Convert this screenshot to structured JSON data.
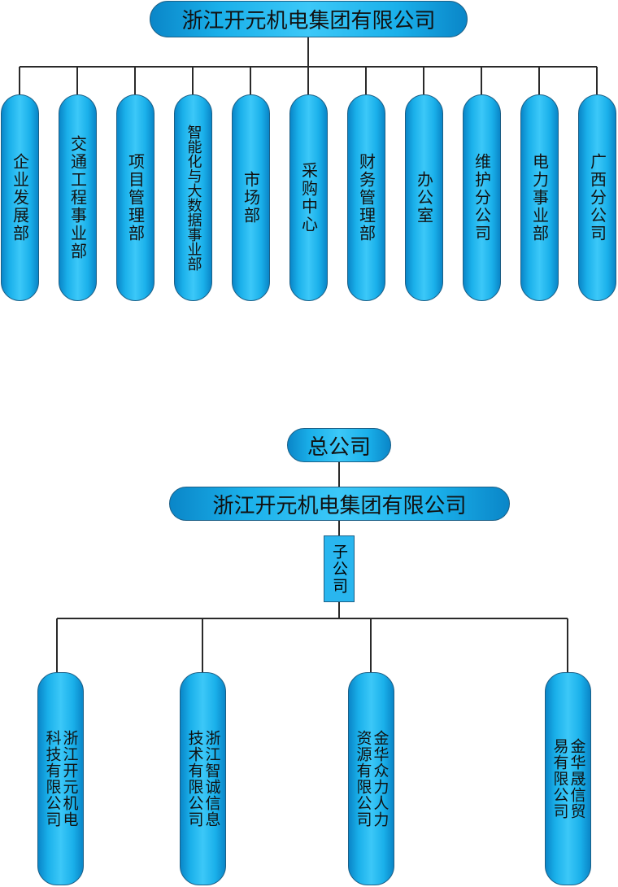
{
  "chart1": {
    "root": "浙江开元机电集团有限公司",
    "departments": [
      "企业发展部",
      "交通工程事业部",
      "项目管理部",
      "智能化与大数据事业部",
      "市场部",
      "采购中心",
      "财务管理部",
      "办公室",
      "维护分公司",
      "电力事业部",
      "广西分公司"
    ]
  },
  "chart2": {
    "root": "总公司",
    "group": "浙江开元机电集团有限公司",
    "sub_label": "子公司",
    "subsidiaries": [
      "浙江开元机电科技有限公司",
      "浙江智诚信息技术有限公司",
      "金华众力人力资源有限公司",
      "金华晟信贸易有限公司"
    ]
  }
}
